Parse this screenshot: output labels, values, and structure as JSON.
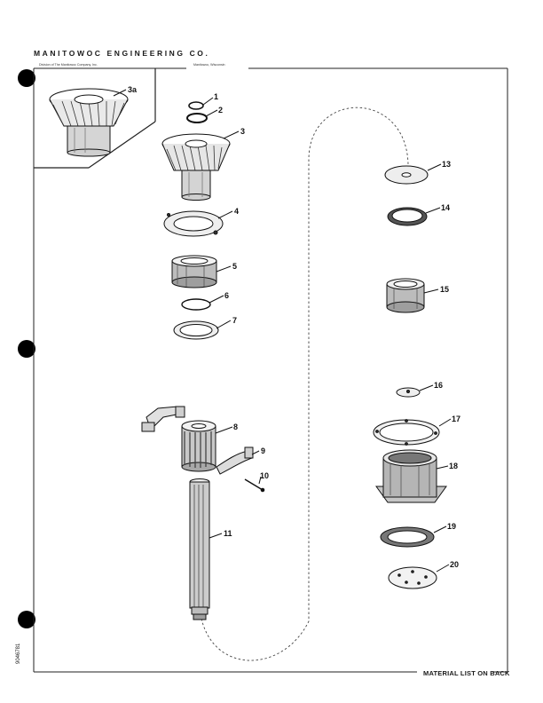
{
  "header": {
    "company": "MANITOWOC ENGINEERING CO.",
    "division": "Division of The Manitowoc Company, Inc.",
    "location": "Manitowoc, Wisconsin"
  },
  "footer": {
    "note": "MATERIAL LIST ON BACK",
    "document_code": "9046781"
  },
  "callouts": [
    "3a",
    "1",
    "2",
    "3",
    "4",
    "5",
    "6",
    "7",
    "8",
    "9",
    "10",
    "11",
    "13",
    "14",
    "15",
    "16",
    "17",
    "18",
    "19",
    "20"
  ]
}
